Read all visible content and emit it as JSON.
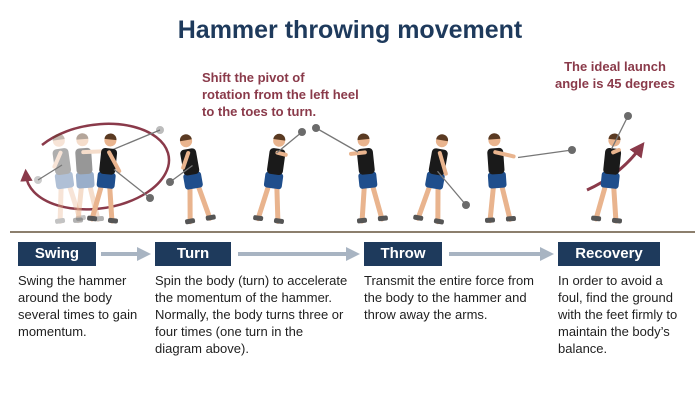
{
  "title": "Hammer throwing movement",
  "notes": {
    "pivot": "Shift the pivot of\nrotation from the left heel\nto the toes to turn.",
    "angle": "The ideal launch\nangle is 45 degrees"
  },
  "stages": [
    {
      "label": "Swing",
      "description": "Swing the hammer around the body several times to gain momentum."
    },
    {
      "label": "Turn",
      "description": "Spin the body (turn) to accelerate the momentum of the hammer. Normally, the body turns three or four times (one turn in the diagram above)."
    },
    {
      "label": "Throw",
      "description": "Transmit the entire force from the body to the hammer and throw away the arms."
    },
    {
      "label": "Recovery",
      "description": "In order to avoid a foul, find the ground with the feet firmly to maintain the body’s balance."
    }
  ],
  "colors": {
    "navy": "#1e3a5c",
    "accent": "#8a3a4a",
    "arrow": "#a8b4c2",
    "shirt": "#1a1a1a",
    "shorts": "#1f4e8c",
    "skin": "#e9b48e"
  },
  "icons": [
    "athlete-figure",
    "hammer-ball",
    "circular-swing-arrow",
    "launch-arrow",
    "stage-arrow"
  ]
}
